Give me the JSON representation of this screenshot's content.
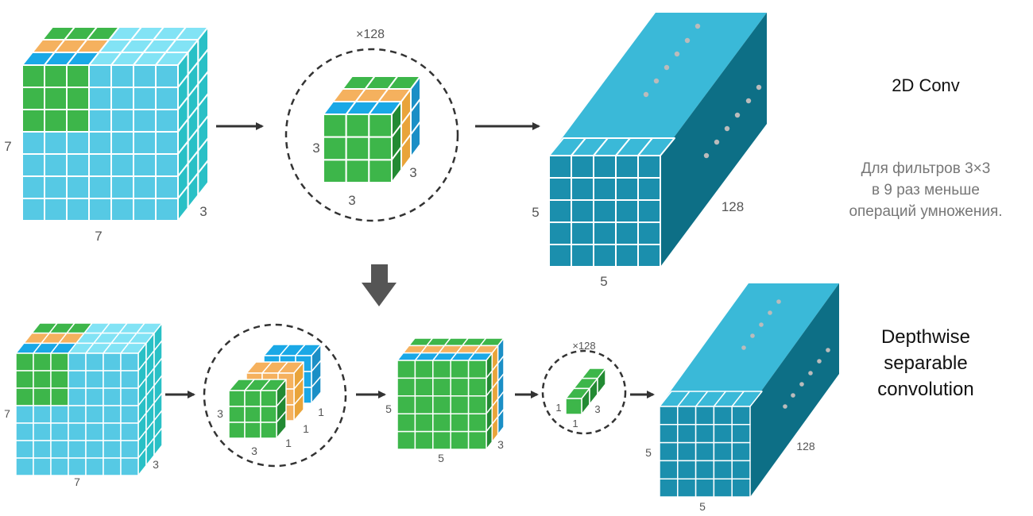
{
  "labels": {
    "conv2d_title": "2D Conv",
    "depthwise_title": [
      "Depthwise",
      "separable",
      "convolution"
    ],
    "note": [
      "Для фильтров 3×3",
      "в 9 раз меньше",
      "операций умножения."
    ],
    "multiplier": "×128"
  },
  "dims": {
    "top_input_height": "7",
    "top_input_width": "7",
    "top_input_depth": "3",
    "top_kernel_height": "3",
    "top_kernel_width": "3",
    "top_kernel_depth": "3",
    "top_output_height": "5",
    "top_output_width": "5",
    "top_output_depth": "128",
    "bot_input_height": "7",
    "bot_input_width": "7",
    "bot_input_depth": "3",
    "bot_kernel_height": "3",
    "bot_kernel_width": "3",
    "bot_kernel_depth_a": "1",
    "bot_kernel_depth_b": "1",
    "bot_kernel_depth_c": "1",
    "bot_mid_height": "5",
    "bot_mid_width": "5",
    "bot_mid_depth": "3",
    "pw_kernel_height": "1",
    "pw_kernel_width": "1",
    "pw_kernel_depth": "3",
    "bot_output_height": "5",
    "bot_output_width": "5",
    "bot_output_depth": "128"
  },
  "colors": {
    "input_light_blue": "#56c9e4",
    "input_side_cyan": "#29c0c6",
    "channel_top_cyan": "#82e3f5",
    "channel_blue": "#1aa8e6",
    "channel_orange": "#f5b15e",
    "kernel_green": "#3db64a",
    "kernel_dark_green": "#238a33",
    "kernel_orange_side": "#e9a43a",
    "kernel_blue_side": "#1b8fc6",
    "output_front": "#1b8fad",
    "output_top": "#3ab9d8",
    "output_side": "#0d6f86",
    "dashed_circle": "#333333",
    "arrow": "#333333",
    "down_arrow": "#555555",
    "dots": "#bbbbbb"
  }
}
